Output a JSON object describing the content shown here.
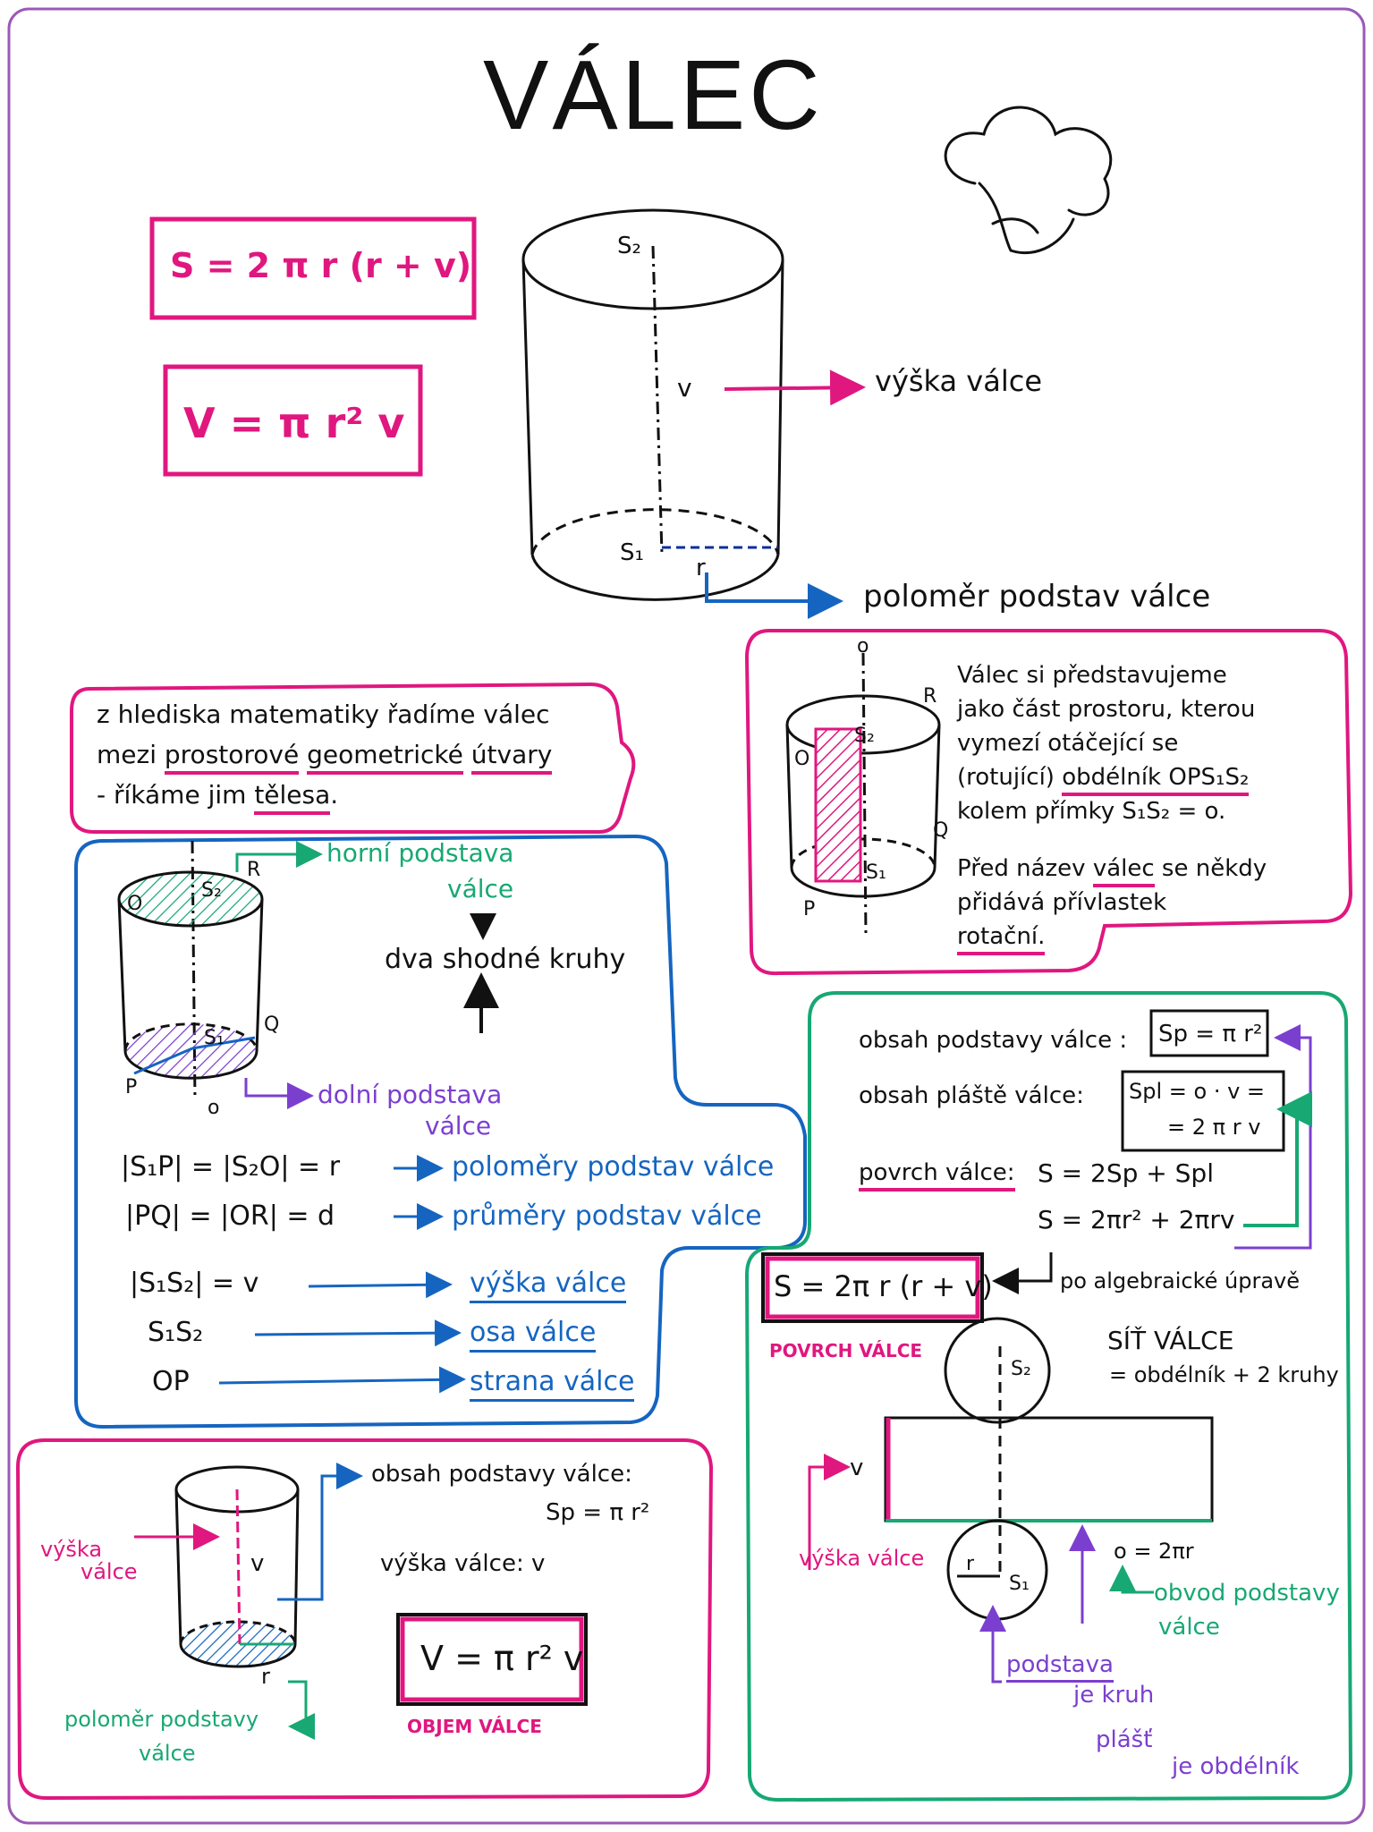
{
  "title": "VÁLEC",
  "formulas": {
    "surface": "S = 2 π r (r + v)",
    "volume": "V = π r² v"
  },
  "main_figure": {
    "s2": "S₂",
    "s1": "S₁",
    "v": "v",
    "r": "r",
    "height_label": "výška válce",
    "radius_label": "poloměr podstav válce"
  },
  "intro": {
    "line1": "z hlediska matematiky řadíme válec",
    "line2_a": "mezi ",
    "line2_b": "prostorové",
    "line2_c": " ",
    "line2_d": "geometrické",
    "line2_e": " ",
    "line2_f": "útvary",
    "line3_a": "- říkáme jim ",
    "line3_b": "tělesa",
    "line3_c": "."
  },
  "rotation": {
    "axis": "o",
    "p": "P",
    "q": "Q",
    "r": "R",
    "o": "O",
    "s1": "S₁",
    "s2": "S₂",
    "text1": "Válec si představujeme",
    "text2": "jako část prostoru, kterou",
    "text3": "vymezí otáčející se",
    "text4_a": "(rotující) ",
    "text4_b": "obdélník OPS₁S₂",
    "text5": "kolem přímky S₁S₂ = o.",
    "text6_a": "Před název ",
    "text6_b": "válec",
    "text6_c": " se někdy",
    "text7": "přidává přívlastek",
    "text8": "rotační."
  },
  "bases": {
    "top": "horní podstava",
    "top2": "válce",
    "circles": "dva shodné kruhy",
    "bottom": "dolní podstava",
    "bottom2": "válce",
    "labels": {
      "o": "O",
      "s2": "S₂",
      "r": "R",
      "s1": "S₁",
      "q": "Q",
      "p": "P",
      "axis": "o"
    }
  },
  "elements": [
    {
      "left": "|S₁P| = |S₂O| = r",
      "right": "poloměry podstav válce"
    },
    {
      "left": "|PQ| = |OR| = d",
      "right": "průměry podstav válce"
    },
    {
      "left": "|S₁S₂| = v",
      "right": "výška válce"
    },
    {
      "left": "S₁S₂",
      "right": "osa válce"
    },
    {
      "left": "OP",
      "right": "strana válce"
    }
  ],
  "surface_section": {
    "base_area_label": "obsah podstavy válce :",
    "base_area": "Sp = π r²",
    "mantle_label": "obsah pláště válce:",
    "mantle_1": "Spl = o · v =",
    "mantle_2": "= 2 π r v",
    "surface_label": "povrch válce:",
    "surface_1": "S = 2Sp + Spl",
    "surface_2": "S = 2πr² + 2πrv",
    "result": "S = 2π r (r + v)",
    "after": "po algebraické úpravě",
    "result_caption": "POVRCH VÁLCE",
    "net_title": "SÍŤ VÁLCE",
    "net_sub": "= obdélník + 2 kruhy",
    "net_v": "v",
    "net_s2": "S₂",
    "net_s1": "S₁",
    "net_r": "r",
    "net_o": "o = 2πr",
    "net_height": "výška válce",
    "circumference_1": "obvod podstavy",
    "circumference_2": "válce",
    "base_is_1": "podstava",
    "base_is_2": "je kruh",
    "mantle_is_1": "plášť",
    "mantle_is_2": "je obdélník"
  },
  "volume_section": {
    "height": "výška",
    "height2": "válce",
    "v": "v",
    "r": "r",
    "radius_1": "poloměr podstavy",
    "radius_2": "válce",
    "base_area_label": "obsah podstavy válce:",
    "base_area": "Sp = π r²",
    "height_label": "výška válce: v",
    "result": "V = π r² v",
    "result_caption": "OBJEM VÁLCE"
  },
  "colors": {
    "pink": "#e0177f",
    "blue": "#1565c0",
    "green": "#17a874",
    "purple": "#7b3fd0",
    "frame": "#9b59b6",
    "ink": "#111111"
  }
}
